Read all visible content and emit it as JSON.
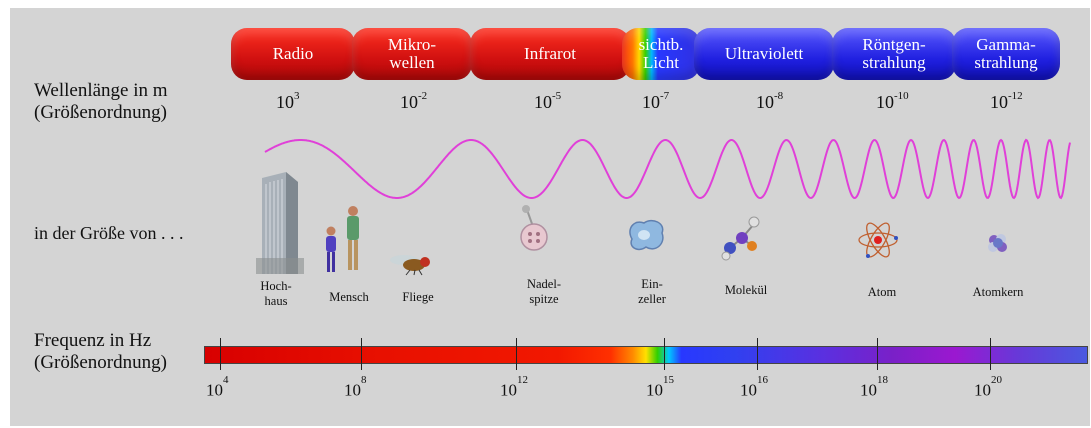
{
  "bands": [
    {
      "label": "Radio",
      "color": "#e02010"
    },
    {
      "label": "Mikro-\nwellen",
      "color": "#e02010"
    },
    {
      "label": "Infrarot",
      "color": "#e02010"
    },
    {
      "label": "sichtb.\nLicht",
      "color": "#rainbow"
    },
    {
      "label": "Ultraviolett",
      "color": "#2828e8"
    },
    {
      "label": "Röntgen-\nstrahlung",
      "color": "#2828e8"
    },
    {
      "label": "Gamma-\nstrahlung",
      "color": "#2828e8"
    }
  ],
  "wavelength": {
    "label_line1": "Wellenlänge in m",
    "label_line2": "(Größenordnung)",
    "values": [
      {
        "base": "10",
        "exp": "3"
      },
      {
        "base": "10",
        "exp": "-2"
      },
      {
        "base": "10",
        "exp": "-5"
      },
      {
        "base": "10",
        "exp": "-7"
      },
      {
        "base": "10",
        "exp": "-8"
      },
      {
        "base": "10",
        "exp": "-10"
      },
      {
        "base": "10",
        "exp": "-12"
      }
    ]
  },
  "size": {
    "label": "in der Größe von . . .",
    "objects": [
      {
        "name": "hochhaus",
        "label": "Hoch-\nhaus",
        "icon": "skyscraper-icon"
      },
      {
        "name": "mensch",
        "label": "Mensch",
        "icon": "people-icon"
      },
      {
        "name": "fliege",
        "label": "Fliege",
        "icon": "fly-icon"
      },
      {
        "name": "nadelspitze",
        "label": "Nadel-\nspitze",
        "icon": "needle-button-icon"
      },
      {
        "name": "einzeller",
        "label": "Ein-\nzeller",
        "icon": "cell-icon"
      },
      {
        "name": "molekuel",
        "label": "Molekül",
        "icon": "molecule-icon"
      },
      {
        "name": "atom",
        "label": "Atom",
        "icon": "atom-icon"
      },
      {
        "name": "atomkern",
        "label": "Atomkern",
        "icon": "nucleus-icon"
      }
    ]
  },
  "frequency": {
    "label_line1": "Frequenz in Hz",
    "label_line2": "(Größenordnung)",
    "ticks": [
      {
        "base": "10",
        "exp": "4"
      },
      {
        "base": "10",
        "exp": "8"
      },
      {
        "base": "10",
        "exp": "12"
      },
      {
        "base": "10",
        "exp": "15"
      },
      {
        "base": "10",
        "exp": "16"
      },
      {
        "base": "10",
        "exp": "18"
      },
      {
        "base": "10",
        "exp": "20"
      }
    ]
  },
  "colors": {
    "wave": "#e040d8",
    "background": "#d4d4d4"
  }
}
